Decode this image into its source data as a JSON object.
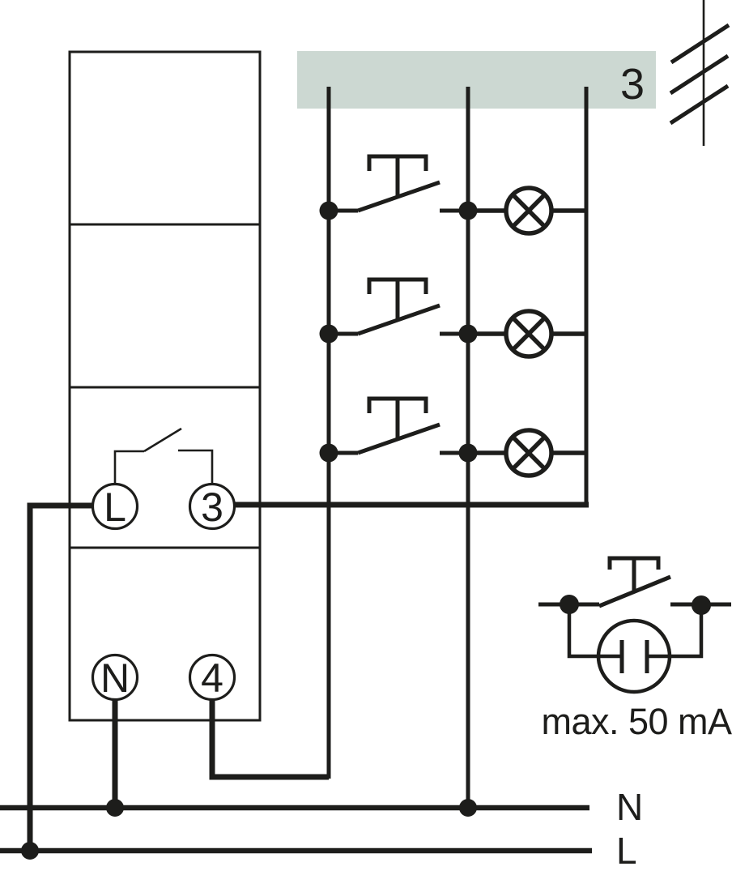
{
  "bus": {
    "label": "3"
  },
  "device": {
    "terminals": [
      {
        "label": "L"
      },
      {
        "label": "3"
      },
      {
        "label": "N"
      },
      {
        "label": "4"
      }
    ]
  },
  "mains": {
    "neutral_label": "N",
    "line_label": "L"
  },
  "legend": {
    "max_current": "max. 50 mA"
  },
  "counts": {
    "push_buttons": 3,
    "lamps": 3
  },
  "colors": {
    "ink": "#1d1d1b",
    "bus_fill": "#ccd8d2",
    "background": "#ffffff"
  }
}
